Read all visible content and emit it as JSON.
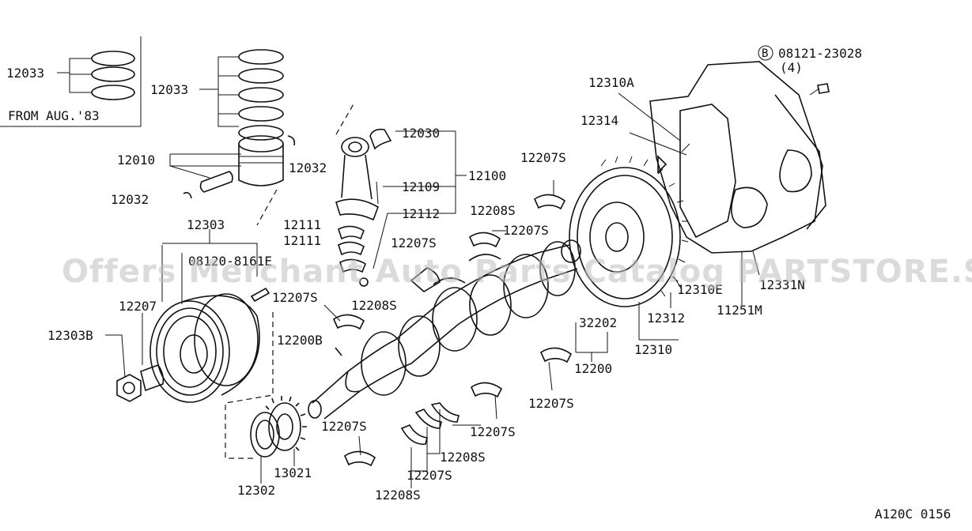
{
  "labels": {
    "p12033a": "12033",
    "p12033b": "12033",
    "from_aug": "FROM AUG.'83",
    "p12010": "12010",
    "p12032a": "12032",
    "p12032b": "12032",
    "p12030": "12030",
    "p12100": "12100",
    "p12109": "12109",
    "p12111a": "12111",
    "p12111b": "12111",
    "p12112": "12112",
    "p12303": "12303",
    "p08120": "08120-8161E",
    "p12207a": "12207",
    "p12303b": "12303B",
    "p12207s_1": "12207S",
    "p12207s_2": "12207S",
    "p12207s_3": "12207S",
    "p12207s_4": "12207S",
    "p12207s_5": "12207S",
    "p12207s_6": "12207S",
    "p12207s_7": "12207S",
    "p12207s_8": "12207S",
    "p12208s_1": "12208S",
    "p12208s_2": "12208S",
    "p12208s_3": "12208S",
    "p12208s_4": "12208S",
    "p12200b": "12200B",
    "p12200": "12200",
    "p32202": "32202",
    "p12310a": "12310A",
    "p12314": "12314",
    "p12310e": "12310E",
    "p12312": "12312",
    "p12310": "12310",
    "p12331n": "12331N",
    "p11251m": "11251M",
    "p13021": "13021",
    "p12302": "12302",
    "bolt_circle": "B",
    "bolt_no": "08121-23028",
    "bolt_qty": "(4)",
    "footer_code": "A120C 0156"
  },
  "watermark": "Offers Merchant Auto Parts Catalog PARTSTORE.SA",
  "colors": {
    "ink": "#111111",
    "watermark": "#bdbdbd",
    "background": "#ffffff"
  }
}
